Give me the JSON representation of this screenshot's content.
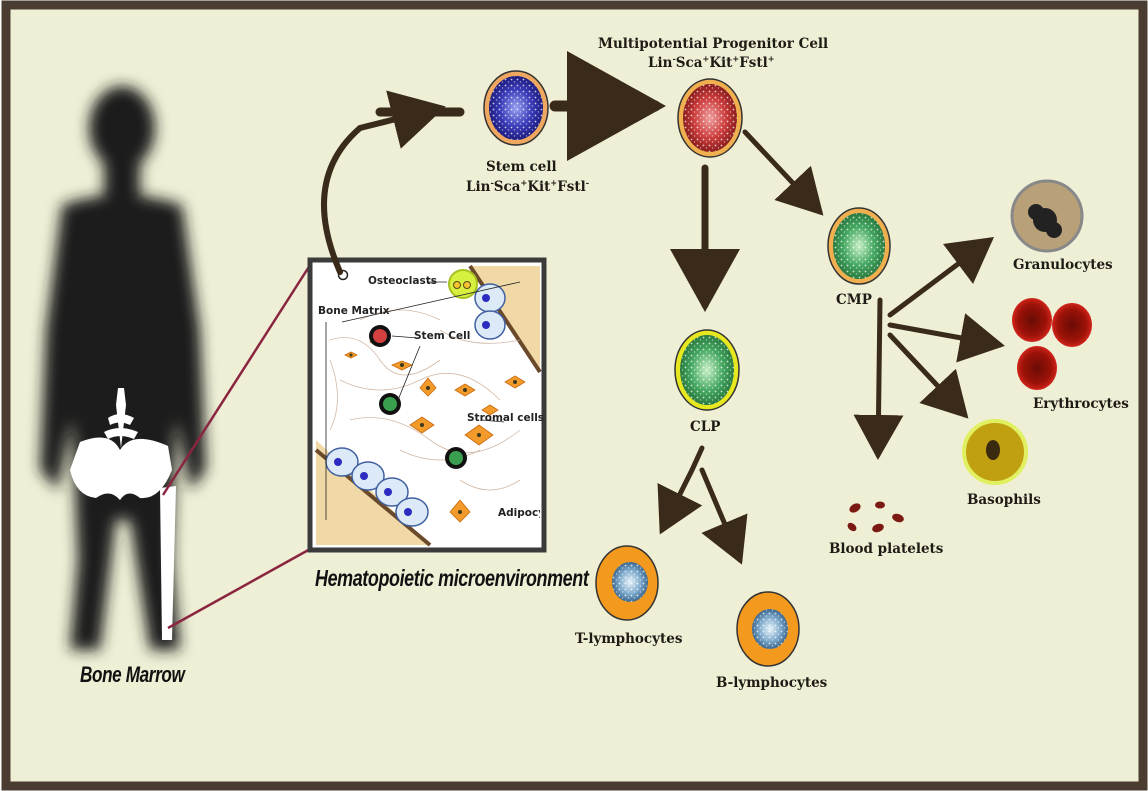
{
  "captions": {
    "bone_marrow": "Bone Marrow",
    "microenvironment": "Hematopoietic microenvironment"
  },
  "inset": {
    "osteoclasts": "Osteoclasts",
    "bone_matrix": "Bone Matrix",
    "stem_cell": "Stem Cell",
    "stromal_cells": "Stromal cells",
    "adipocyte": "Adipocyte"
  },
  "cells": {
    "stem": {
      "name": "Stem cell",
      "marker": {
        "lin": "Lin",
        "lin_sup": "-",
        "sca": "Sca",
        "sca_sup": "+",
        "kit": "Kit",
        "kit_sup": "+",
        "fstl": "Fstl",
        "fstl_sup": "-"
      }
    },
    "mpp": {
      "name": "Multipotential Progenitor Cell",
      "marker": {
        "lin": "Lin",
        "lin_sup": "-",
        "sca": "Sca",
        "sca_sup": "+",
        "kit": "Kit",
        "kit_sup": "+",
        "fstl": "Fstl",
        "fstl_sup": "+"
      }
    },
    "cmp": "CMP",
    "clp": "CLP",
    "t_lymphocytes": "T-lymphocytes",
    "b_lymphocytes": "B-lymphocytes",
    "granulocytes": "Granulocytes",
    "erythrocytes": "Erythrocytes",
    "basophils": "Basophils",
    "blood_platelets": "Blood platelets"
  },
  "colors": {
    "background": "#efefd6",
    "frame": "#4a3c30",
    "arrow": "#3a2a1a",
    "stem_core": "#2a2aa8",
    "mpp_core": "#c83a3a",
    "progenitor_core": "#3a9a5a",
    "lymphocyte_rim": "#f39a1e",
    "erythrocyte": "#b3160c",
    "connector": "#8a2540"
  }
}
